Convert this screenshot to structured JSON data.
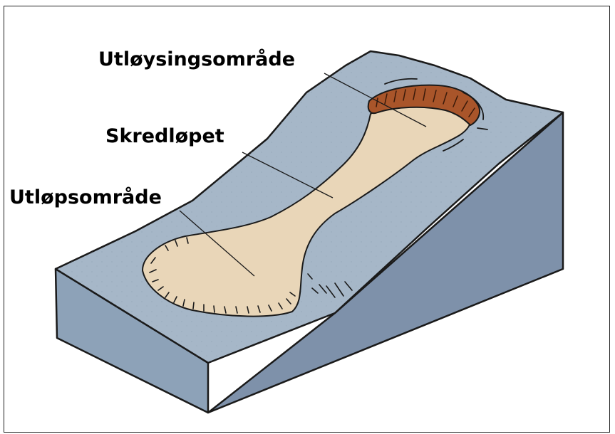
{
  "labels": {
    "release_area": "Utløysingsområde",
    "avalanche_path": "Skredløpet",
    "runout_area": "Utløpsområde"
  },
  "colors": {
    "slope_top": "#a6b7c8",
    "side_front": "#8da2b8",
    "side_right": "#7e91aa",
    "deposit": "#e9d6b8",
    "release_scar": "#a9552a",
    "outline": "#1a1a1a"
  }
}
